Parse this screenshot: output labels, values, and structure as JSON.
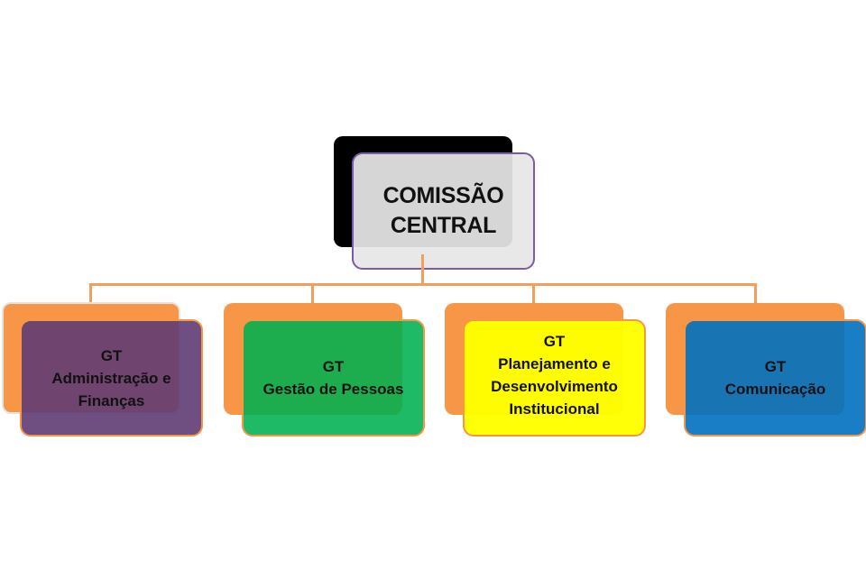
{
  "root": {
    "label": "COMISSÃO\nCENTRAL"
  },
  "children": [
    {
      "label": "GT\nAdministração e\nFinanças",
      "color": "#5f3b73"
    },
    {
      "label": "GT\nGestão de Pessoas",
      "color": "#00b050"
    },
    {
      "label": "GT\nPlanejamento e\nDesenvolvimento\nInstitucional",
      "color": "#ffff00"
    },
    {
      "label": "GT\nComunicação",
      "color": "#0070c0"
    }
  ]
}
